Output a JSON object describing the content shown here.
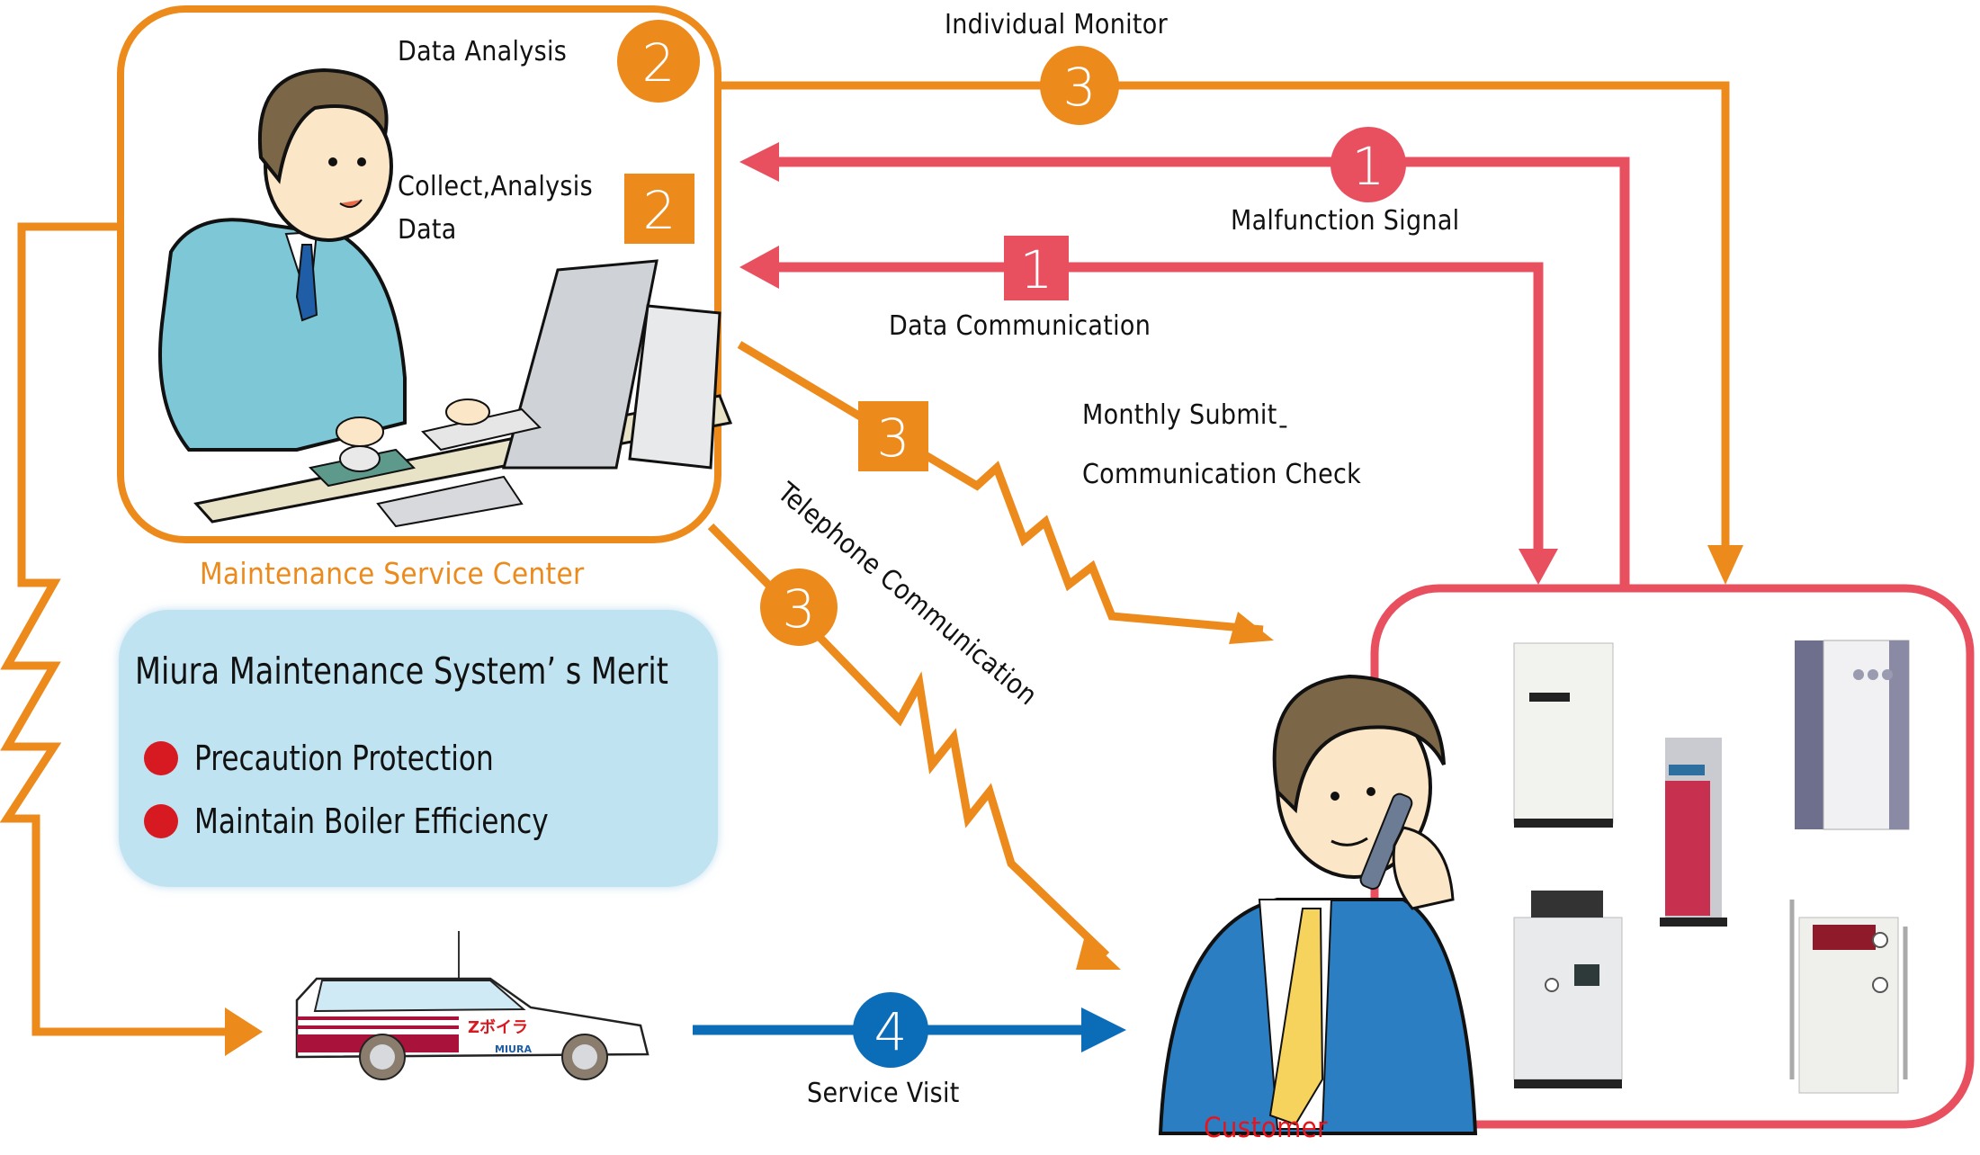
{
  "colors": {
    "orange": "#ec8a1c",
    "red": "#e8505f",
    "blue": "#0b6cb8",
    "merit_bg": "#bfe3f0",
    "bullet_red": "#d71a21",
    "customer_label": "#e8141c"
  },
  "service_center": {
    "label": "Maintenance Service Center",
    "data_analysis": {
      "text": "Data Analysis",
      "badge": "2",
      "badge_shape": "circle"
    },
    "collect_analysis": {
      "line1": "Collect,Analysis",
      "line2": "Data",
      "badge": "2",
      "badge_shape": "square"
    }
  },
  "flows": {
    "individual_monitor": {
      "label": "Individual Monitor",
      "badge": "3",
      "badge_shape": "circle",
      "direction": "center-to-customer"
    },
    "malfunction_signal": {
      "label": "Malfunction Signal",
      "badge": "1",
      "badge_shape": "circle",
      "direction": "customer-to-center"
    },
    "data_communication": {
      "label": "Data Communication",
      "badge": "1",
      "badge_shape": "square",
      "direction": "customer-to-center"
    },
    "monthly_submit": {
      "line1": "Monthly Submitˍ",
      "line2": "Communication Check",
      "badge": "3",
      "badge_shape": "square"
    },
    "telephone": {
      "label": "Telephone Communication",
      "badge": "3",
      "badge_shape": "circle"
    },
    "service_visit": {
      "label": "Service Visit",
      "badge": "4",
      "badge_shape": "circle"
    }
  },
  "merit": {
    "title": "Miura Maintenance System’ s Merit",
    "items": [
      "Precaution Protection",
      "Maintain Boiler Efficiency"
    ]
  },
  "car": {
    "logo": "Zボイラ",
    "brand": "MIURA"
  },
  "customer": {
    "label": "Customer",
    "equipment": [
      "boiler-cabinet-white",
      "boiler-tall-gray",
      "boiler-red-panel",
      "boiler-steam-gauge",
      "boiler-piped"
    ]
  }
}
